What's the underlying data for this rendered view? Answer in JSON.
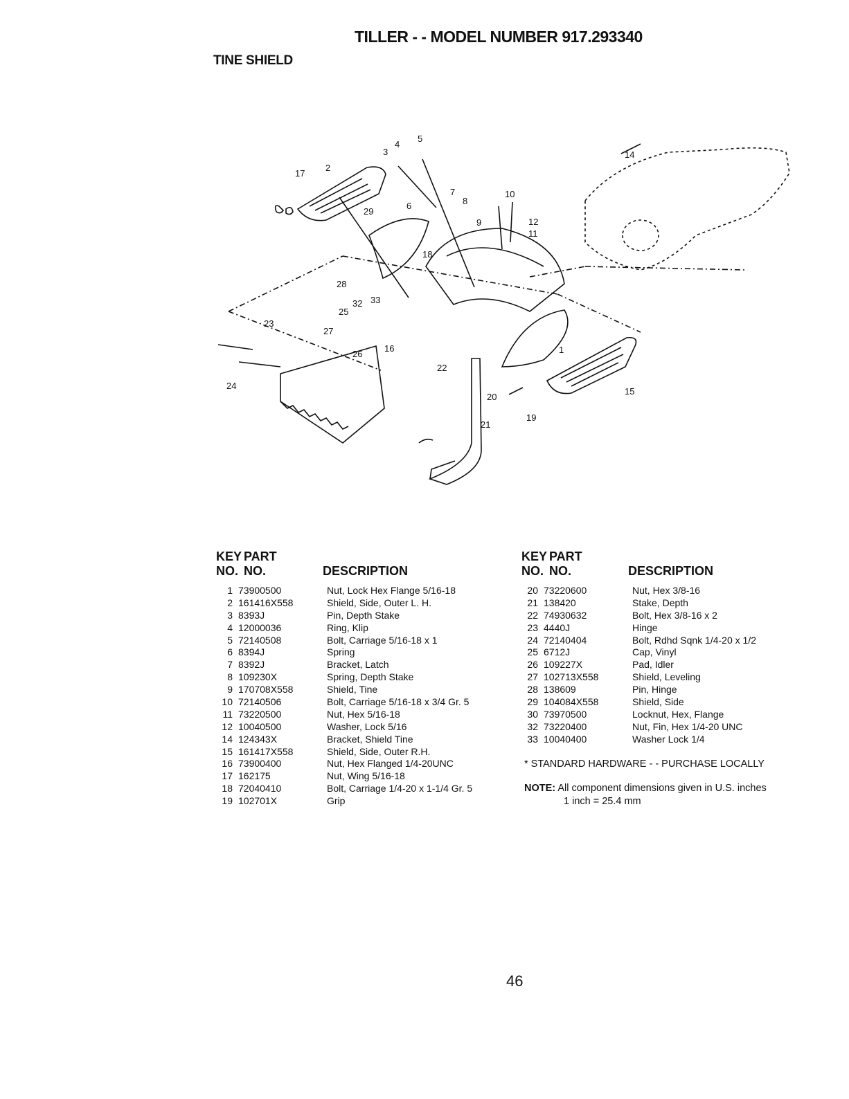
{
  "header": {
    "title": "TILLER - - MODEL NUMBER 917.293340",
    "section": "TINE SHIELD"
  },
  "diagram": {
    "callouts": [
      "1",
      "2",
      "3",
      "4",
      "5",
      "6",
      "7",
      "8",
      "9",
      "10",
      "11",
      "12",
      "14",
      "15",
      "16",
      "17",
      "18",
      "19",
      "20",
      "21",
      "22",
      "23",
      "24",
      "25",
      "26",
      "27",
      "28",
      "29",
      "32",
      "33"
    ]
  },
  "table_headers": {
    "key_top": "KEY",
    "part_top": "PART",
    "key_bottom": "NO.",
    "part_bottom": "NO.",
    "description": "DESCRIPTION"
  },
  "parts_left": [
    {
      "key": "1",
      "part": "73900500",
      "desc": "Nut, Lock Hex Flange 5/16-18"
    },
    {
      "key": "2",
      "part": "161416X558",
      "desc": "Shield, Side, Outer L. H."
    },
    {
      "key": "3",
      "part": "8393J",
      "desc": "Pin, Depth Stake"
    },
    {
      "key": "4",
      "part": "12000036",
      "desc": "Ring, Klip"
    },
    {
      "key": "5",
      "part": "72140508",
      "desc": "Bolt, Carriage 5/16-18 x 1"
    },
    {
      "key": "6",
      "part": "8394J",
      "desc": "Spring"
    },
    {
      "key": "7",
      "part": "8392J",
      "desc": "Bracket, Latch"
    },
    {
      "key": "8",
      "part": "109230X",
      "desc": "Spring, Depth Stake"
    },
    {
      "key": "9",
      "part": "170708X558",
      "desc": "Shield, Tine"
    },
    {
      "key": "10",
      "part": "72140506",
      "desc": "Bolt, Carriage 5/16-18 x 3/4 Gr. 5"
    },
    {
      "key": "11",
      "part": "73220500",
      "desc": "Nut, Hex 5/16-18"
    },
    {
      "key": "12",
      "part": "10040500",
      "desc": "Washer, Lock 5/16"
    },
    {
      "key": "14",
      "part": "124343X",
      "desc": "Bracket, Shield Tine"
    },
    {
      "key": "15",
      "part": "161417X558",
      "desc": "Shield, Side, Outer R.H."
    },
    {
      "key": "16",
      "part": "73900400",
      "desc": "Nut, Hex Flanged 1/4-20UNC"
    },
    {
      "key": "17",
      "part": "162175",
      "desc": "Nut, Wing 5/16-18"
    },
    {
      "key": "18",
      "part": "72040410",
      "desc": "Bolt, Carriage 1/4-20 x 1-1/4 Gr. 5"
    },
    {
      "key": "19",
      "part": "102701X",
      "desc": "Grip"
    }
  ],
  "parts_right": [
    {
      "key": "20",
      "part": "73220600",
      "desc": "Nut, Hex 3/8-16"
    },
    {
      "key": "21",
      "part": "138420",
      "desc": "Stake, Depth"
    },
    {
      "key": "22",
      "part": "74930632",
      "desc": "Bolt, Hex 3/8-16 x 2"
    },
    {
      "key": "23",
      "part": "4440J",
      "desc": "Hinge"
    },
    {
      "key": "24",
      "part": "72140404",
      "desc": "Bolt, Rdhd Sqnk 1/4-20 x 1/2"
    },
    {
      "key": "25",
      "part": "6712J",
      "desc": "Cap, Vinyl"
    },
    {
      "key": "26",
      "part": "109227X",
      "desc": "Pad, Idler"
    },
    {
      "key": "27",
      "part": "102713X558",
      "desc": "Shield, Leveling"
    },
    {
      "key": "28",
      "part": "138609",
      "desc": "Pin, Hinge"
    },
    {
      "key": "29",
      "part": "104084X558",
      "desc": "Shield, Side"
    },
    {
      "key": "30",
      "part": "73970500",
      "desc": "Locknut, Hex, Flange"
    },
    {
      "key": "32",
      "part": "73220400",
      "desc": "Nut, Fin, Hex 1/4-20 UNC"
    },
    {
      "key": "33",
      "part": "10040400",
      "desc": "Washer Lock 1/4"
    }
  ],
  "standard_hardware": "* STANDARD HARDWARE - - PURCHASE LOCALLY",
  "note": {
    "label": "NOTE:",
    "text": "All component dimensions given in U.S. inches",
    "conversion": "1 inch = 25.4 mm"
  },
  "page_number": "46"
}
